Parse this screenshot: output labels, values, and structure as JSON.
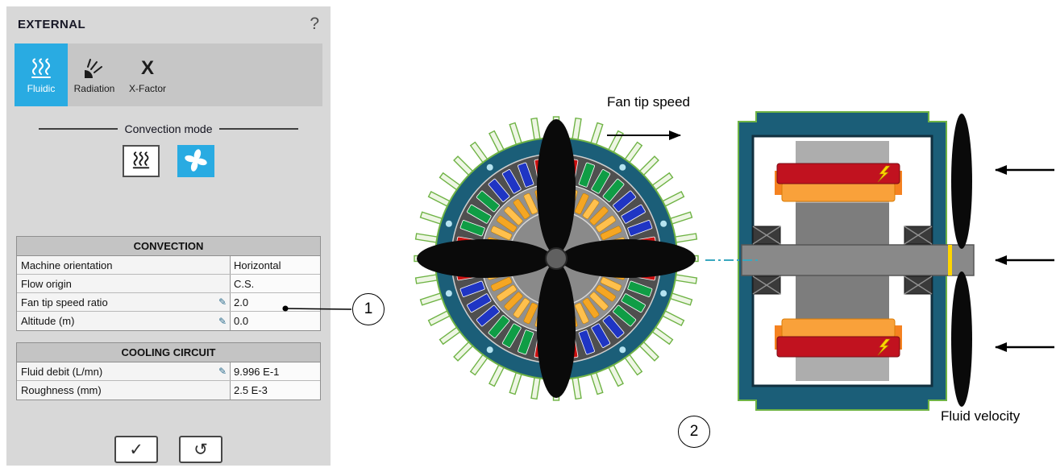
{
  "panel": {
    "title": "EXTERNAL",
    "help_icon": "?",
    "tabs": [
      {
        "label": "Fluidic",
        "selected": true
      },
      {
        "label": "Radiation",
        "selected": false
      },
      {
        "label": "X-Factor",
        "selected": false,
        "icon_char": "X"
      }
    ],
    "convection_mode_label": "Convection mode",
    "selected_mode": "fan",
    "convection_table": {
      "header": "CONVECTION",
      "rows": [
        {
          "label": "Machine orientation",
          "icon": "",
          "value": "Horizontal"
        },
        {
          "label": "Flow origin",
          "icon": "",
          "value": "C.S."
        },
        {
          "label": "Fan tip speed ratio",
          "icon": "✎",
          "value": "2.0"
        },
        {
          "label": "Altitude (m)",
          "icon": "✎",
          "value": "0.0"
        }
      ]
    },
    "cooling_table": {
      "header": "COOLING CIRCUIT",
      "rows": [
        {
          "label": "Fluid debit (L/mn)",
          "icon": "✎",
          "value": "9.996 E-1"
        },
        {
          "label": "Roughness (mm)",
          "icon": "",
          "value": "2.5 E-3"
        }
      ]
    },
    "buttons": {
      "confirm_icon": "✓",
      "reset_icon": "↺"
    }
  },
  "diagram": {
    "fan_tip_speed_label": "Fan tip speed",
    "fluid_velocity_label": "Fluid velocity",
    "annotation_1": "1",
    "annotation_2": "2"
  },
  "colors": {
    "accent": "#29abe2",
    "casing_teal": "#1b5e78",
    "fin_green": "#6fb345",
    "fin_fill": "#eef6e4",
    "stator_gray": "#4f4f4f",
    "ring_gray": "#909090",
    "rotor_gray": "#8a8a8a",
    "slot_red": "#cc1111",
    "slot_blue": "#1f35c4",
    "slot_green": "#0f9d45",
    "winding_gold": "#f5a623",
    "winding_gold_light": "#ffc04d",
    "fan_black": "#0a0a0a",
    "bolt_blue": "#b5e3f0",
    "end_winding_red": "#c1121f",
    "end_winding_orange": "#f9a13a",
    "shaft_gray": "#898989",
    "bearing_dark": "#3a3a3a",
    "centerline_cyan": "#3aa8bf",
    "lightning_yellow": "#ffd500"
  }
}
